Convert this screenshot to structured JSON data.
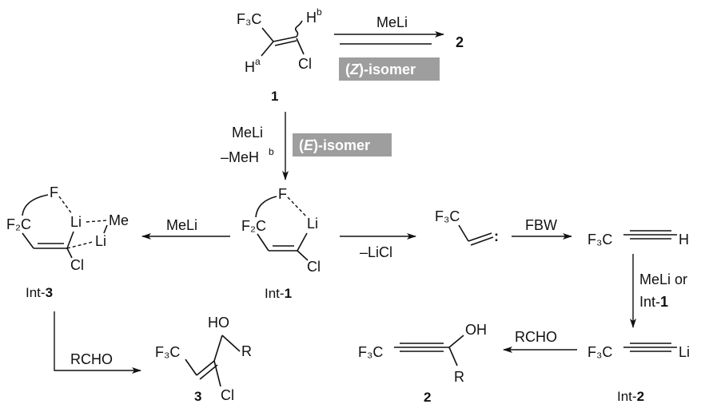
{
  "compound_1": {
    "group_cf3": "F₃C",
    "h_b": "H",
    "h_b_sup": "b",
    "h_a": "H",
    "h_a_sup": "a",
    "cl": "Cl",
    "number": "1"
  },
  "top_reaction": {
    "reagent": "MeLi",
    "product": "2",
    "isomer_label": "(Z)-isomer",
    "isomer_letter": "Z"
  },
  "down_reaction": {
    "reagent_line1": "MeLi",
    "reagent_line2": "–MeH",
    "reagent_line2_sup": "b",
    "isomer_label": "(E)-isomer",
    "isomer_letter": "E"
  },
  "int1": {
    "f": "F",
    "f2c": "F₂C",
    "li": "Li",
    "cl": "Cl",
    "label_prefix": "Int-",
    "label_num": "1"
  },
  "int3": {
    "f": "F",
    "f2c": "F₂C",
    "li_top": "Li",
    "me": "Me",
    "li_bottom": "Li",
    "cl": "Cl",
    "label_prefix": "Int-",
    "label_num": "3",
    "arrow_reagent": "MeLi"
  },
  "carbene": {
    "group_cf3": "F₃C",
    "colon": ":",
    "arrow_reagent": "–LiCl"
  },
  "alkyne_h": {
    "arrow_reagent": "FBW",
    "group_cf3": "F₃C",
    "h": "H"
  },
  "int2": {
    "arrow_reagent_line1": "MeLi or",
    "arrow_reagent_line2_prefix": "Int-",
    "arrow_reagent_line2_num": "1",
    "group_cf3": "F₃C",
    "li": "Li",
    "label_prefix": "Int-",
    "label_num": "2"
  },
  "product_2": {
    "arrow_reagent": "RCHO",
    "group_cf3": "F₃C",
    "oh": "OH",
    "r": "R",
    "number": "2"
  },
  "product_3": {
    "arrow_reagent": "RCHO",
    "group_cf3": "F₃C",
    "ho": "HO",
    "r": "R",
    "cl": "Cl",
    "number": "3"
  }
}
